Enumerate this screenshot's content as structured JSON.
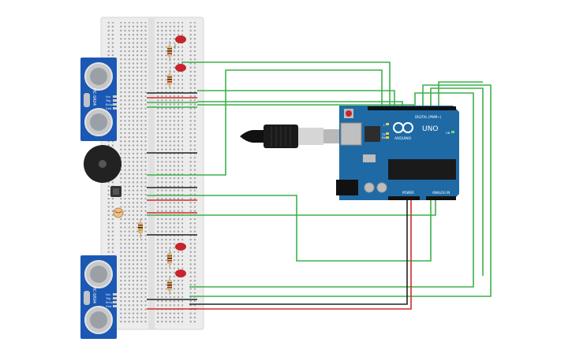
{
  "arduino": {
    "brand": "ARDUINO",
    "model": "UNO",
    "digital_label": "DIGITAL (PWM~)",
    "power_label": "POWER",
    "analog_label": "ANALOG IN",
    "led_tx": "TX",
    "led_rx": "RX",
    "led_l": "L",
    "led_on": "ON"
  },
  "sensors": {
    "top": {
      "model": "HC-SR04",
      "pins": [
        "Vcc",
        "Trig",
        "Echo",
        "Gnd"
      ]
    },
    "bottom": {
      "model": "HC-SR04",
      "pins": [
        "Vcc",
        "Trig",
        "Echo",
        "Gnd"
      ]
    }
  },
  "colors": {
    "wire_green": "#3cb04a",
    "wire_black": "#222222",
    "wire_red": "#d42b2b",
    "board_blue": "#1f6aa5",
    "sensor_blue": "#1b58b3",
    "led_red": "#c8242b",
    "breadboard": "#ececec"
  }
}
